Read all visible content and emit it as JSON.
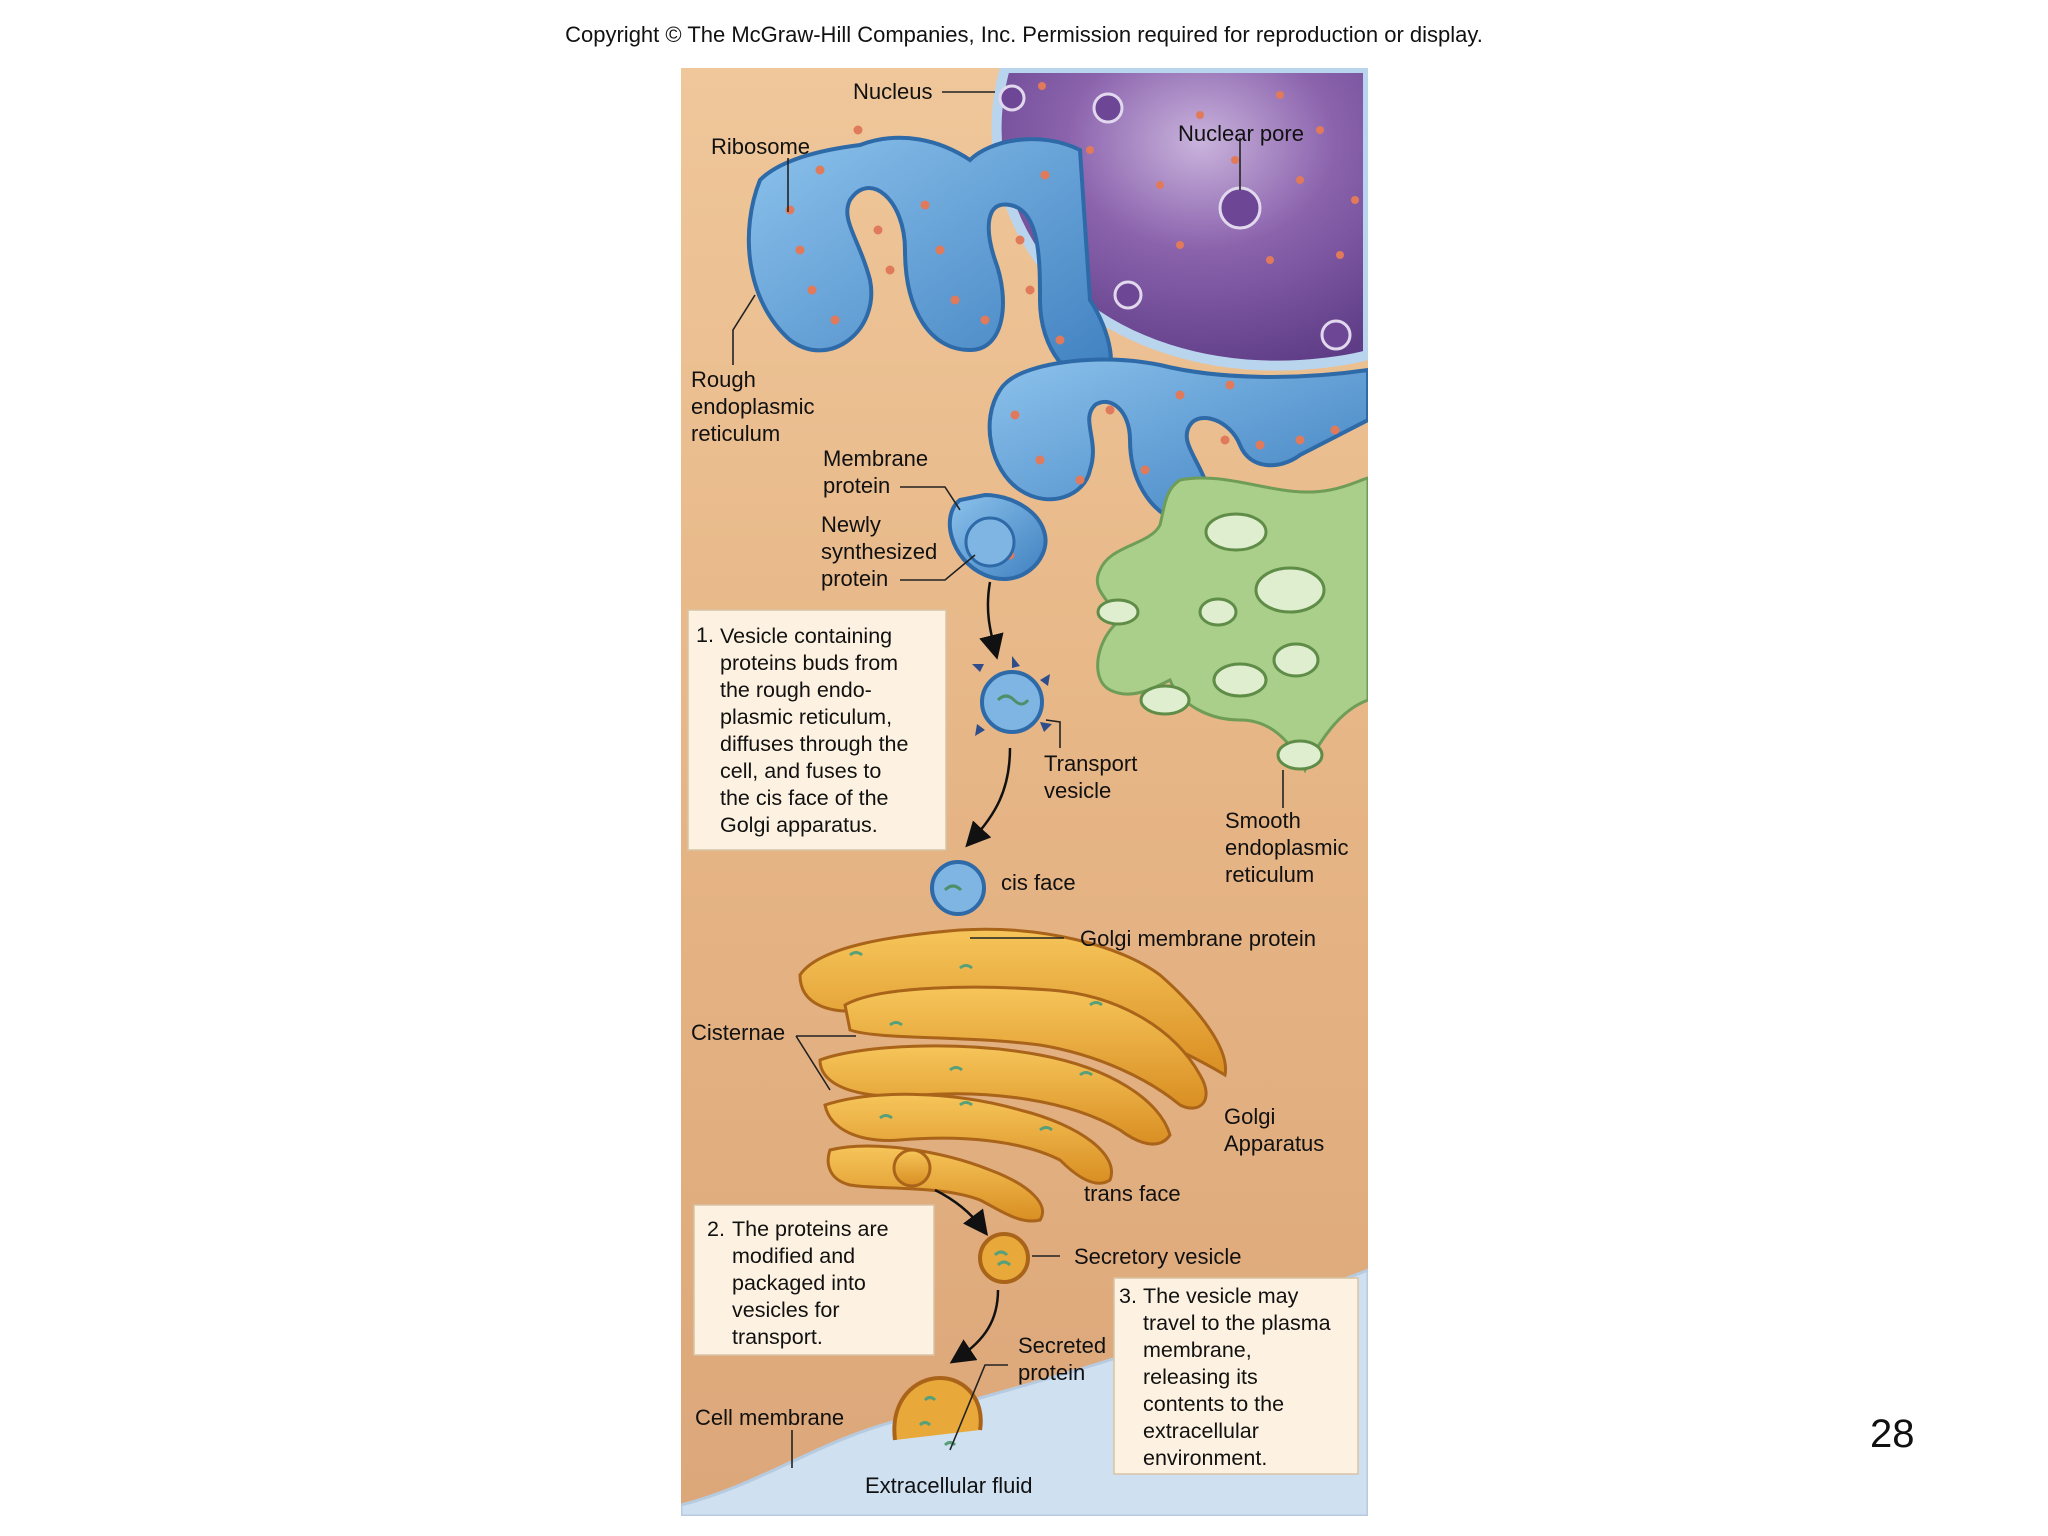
{
  "header": {
    "copyright": "Copyright © The McGraw-Hill Companies, Inc. Permission required for reproduction or display."
  },
  "page": {
    "number": "28"
  },
  "labels": {
    "nucleus": "Nucleus",
    "ribosome": "Ribosome",
    "nuclear_pore": "Nuclear pore",
    "rough_er": [
      "Rough",
      "endoplasmic",
      "reticulum"
    ],
    "membrane_protein": [
      "Membrane",
      "protein"
    ],
    "newly_synthesized_protein": [
      "Newly",
      "synthesized",
      "protein"
    ],
    "transport_vesicle": [
      "Transport",
      "vesicle"
    ],
    "smooth_er": [
      "Smooth",
      "endoplasmic",
      "reticulum"
    ],
    "cis_face": "cis face",
    "golgi_membrane_protein": "Golgi membrane protein",
    "cisternae": "Cisternae",
    "golgi_apparatus": [
      "Golgi",
      "Apparatus"
    ],
    "trans_face": "trans face",
    "secretory_vesicle": "Secretory vesicle",
    "secreted_protein": [
      "Secreted",
      "protein"
    ],
    "cell_membrane": "Cell membrane",
    "extracellular_fluid": "Extracellular fluid"
  },
  "steps": [
    {
      "number": "1.",
      "lines": [
        "Vesicle containing",
        "proteins buds from",
        "the rough endo-",
        "plasmic reticulum,",
        "diffuses through the",
        "cell, and fuses to",
        "the cis  face of the",
        "Golgi apparatus."
      ]
    },
    {
      "number": "2.",
      "lines": [
        "The proteins are",
        "modified and",
        "packaged into",
        "vesicles for",
        "transport."
      ]
    },
    {
      "number": "3.",
      "lines": [
        "The vesicle may",
        "travel to the plasma",
        "membrane,",
        "releasing its",
        "contents to the",
        "extracellular",
        "environment."
      ]
    }
  ],
  "colors": {
    "cytoplasm": "#e7b98a",
    "nucleus": "#7a52a0",
    "rough_er": "#5d9fd6",
    "ribosome": "#e07a5a",
    "smooth_er": "#a9cf8a",
    "golgi": "#e9a93a",
    "extracellular": "#cfe0f1",
    "callout_box": "#fdf2e1"
  }
}
